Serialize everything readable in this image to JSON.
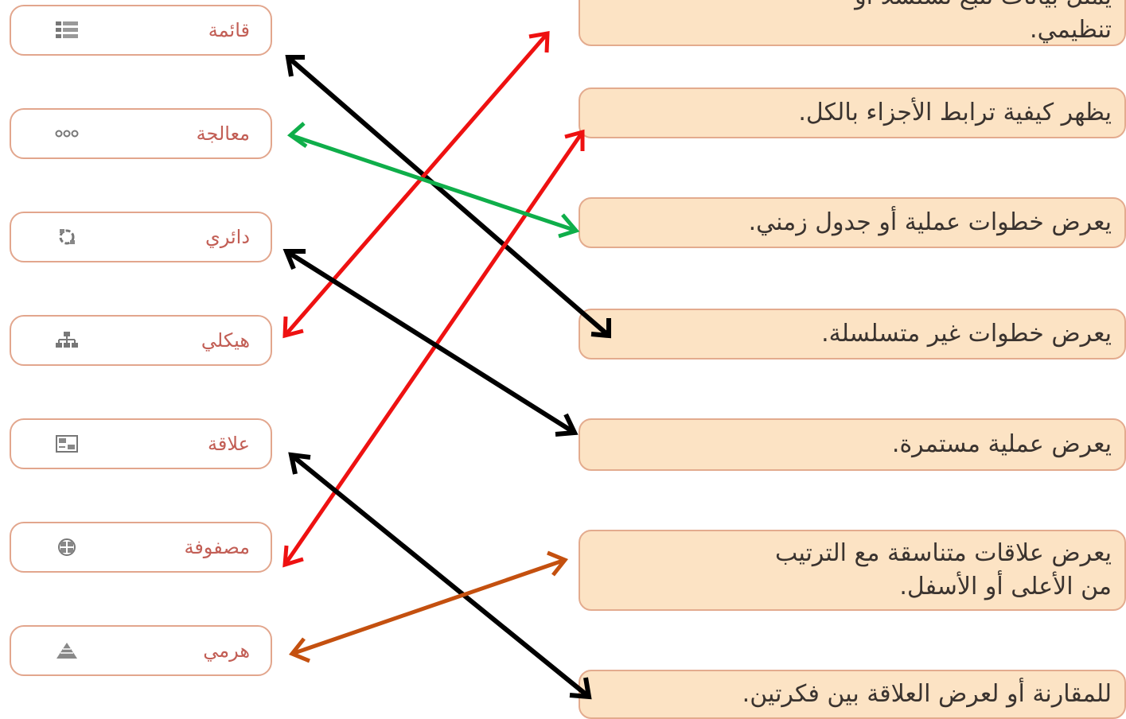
{
  "terms": [
    {
      "label": "قائمة",
      "icon": "list-icon"
    },
    {
      "label": "معالجة",
      "icon": "process-dots-icon"
    },
    {
      "label": "دائري",
      "icon": "cycle-icon"
    },
    {
      "label": "هيكلي",
      "icon": "hierarchy-org-chart-icon"
    },
    {
      "label": "علاقة",
      "icon": "relationship-icon"
    },
    {
      "label": "مصفوفة",
      "icon": "matrix-icon"
    },
    {
      "label": "هرمي",
      "icon": "pyramid-icon"
    }
  ],
  "descriptions": [
    {
      "text": "يُمثل بيانات تتبع تسلسلا أو\nتنظيمي."
    },
    {
      "text": "يظهر كيفية ترابط الأجزاء بالكل."
    },
    {
      "text": "يعرض خطوات عملية أو جدول زمني."
    },
    {
      "text": "يعرض خطوات غير متسلسلة."
    },
    {
      "text": "يعرض عملية مستمرة."
    },
    {
      "text": "يعرض علاقات متناسقة مع الترتيب\nمن الأعلى أو الأسفل."
    },
    {
      "text": "للمقارنة أو لعرض العلاقة بين فكرتين."
    }
  ],
  "colors": {
    "black": "#000000",
    "red": "#ee1111",
    "green": "#0fae4a",
    "brown": "#c4500f",
    "term_border": "#e2a68d",
    "term_text": "#c25e55",
    "desc_fill": "#fce3c4",
    "desc_border": "#e3ab8e"
  },
  "connections": [
    {
      "from_term": "قائمة",
      "to_description": "يعرض خطوات غير متسلسلة.",
      "color": "black"
    },
    {
      "from_term": "معالجة",
      "to_description": "يعرض خطوات عملية أو جدول زمني.",
      "color": "green"
    },
    {
      "from_term": "دائري",
      "to_description": "يعرض عملية مستمرة.",
      "color": "black"
    },
    {
      "from_term": "هيكلي",
      "to_description": "يُمثل بيانات تتبع تسلسلا أو تنظيمي.",
      "color": "red"
    },
    {
      "from_term": "علاقة",
      "to_description": "للمقارنة أو لعرض العلاقة بين فكرتين.",
      "color": "black"
    },
    {
      "from_term": "مصفوفة",
      "to_description": "يظهر كيفية ترابط الأجزاء بالكل.",
      "color": "red"
    },
    {
      "from_term": "هرمي",
      "to_description": "يعرض علاقات متناسقة مع الترتيب من الأعلى أو الأسفل.",
      "color": "brown"
    }
  ]
}
